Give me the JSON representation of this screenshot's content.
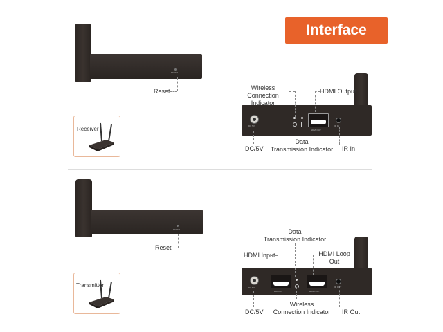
{
  "header": {
    "title": "Interface"
  },
  "receiver": {
    "thumb_label": "Receiver",
    "top_reset_label": "Reset",
    "top_reset_print": "RESET",
    "labels": {
      "wireless": "Wireless\nConnection Indicator",
      "hdmi_output": "HDMI Output",
      "dc": "DC/5V",
      "data": "Data\nTransmission Indicator",
      "ir_in": "IR In"
    },
    "panel_prints": {
      "dc": "DC 5V",
      "hdmi": "HDMI OUT",
      "ir": "IR IN"
    }
  },
  "transmitter": {
    "thumb_label": "Transmitter",
    "top_reset_label": "Reset",
    "top_reset_print": "RESET",
    "labels": {
      "data": "Data\nTransmission Indicator",
      "hdmi_input": "HDMI Input",
      "hdmi_loop": "HDMI Loop\nOut",
      "dc": "DC/5V",
      "wireless": "Wireless\nConnection Indicator",
      "ir_out": "IR Out"
    },
    "panel_prints": {
      "dc": "DC 5V",
      "hdmi_in": "HDMI IN",
      "hdmi_out": "HDMI OUT",
      "ir": "IR OUT"
    }
  },
  "colors": {
    "accent": "#e8622a",
    "device": "#2f2926",
    "thumb_border": "#e9b89a"
  }
}
